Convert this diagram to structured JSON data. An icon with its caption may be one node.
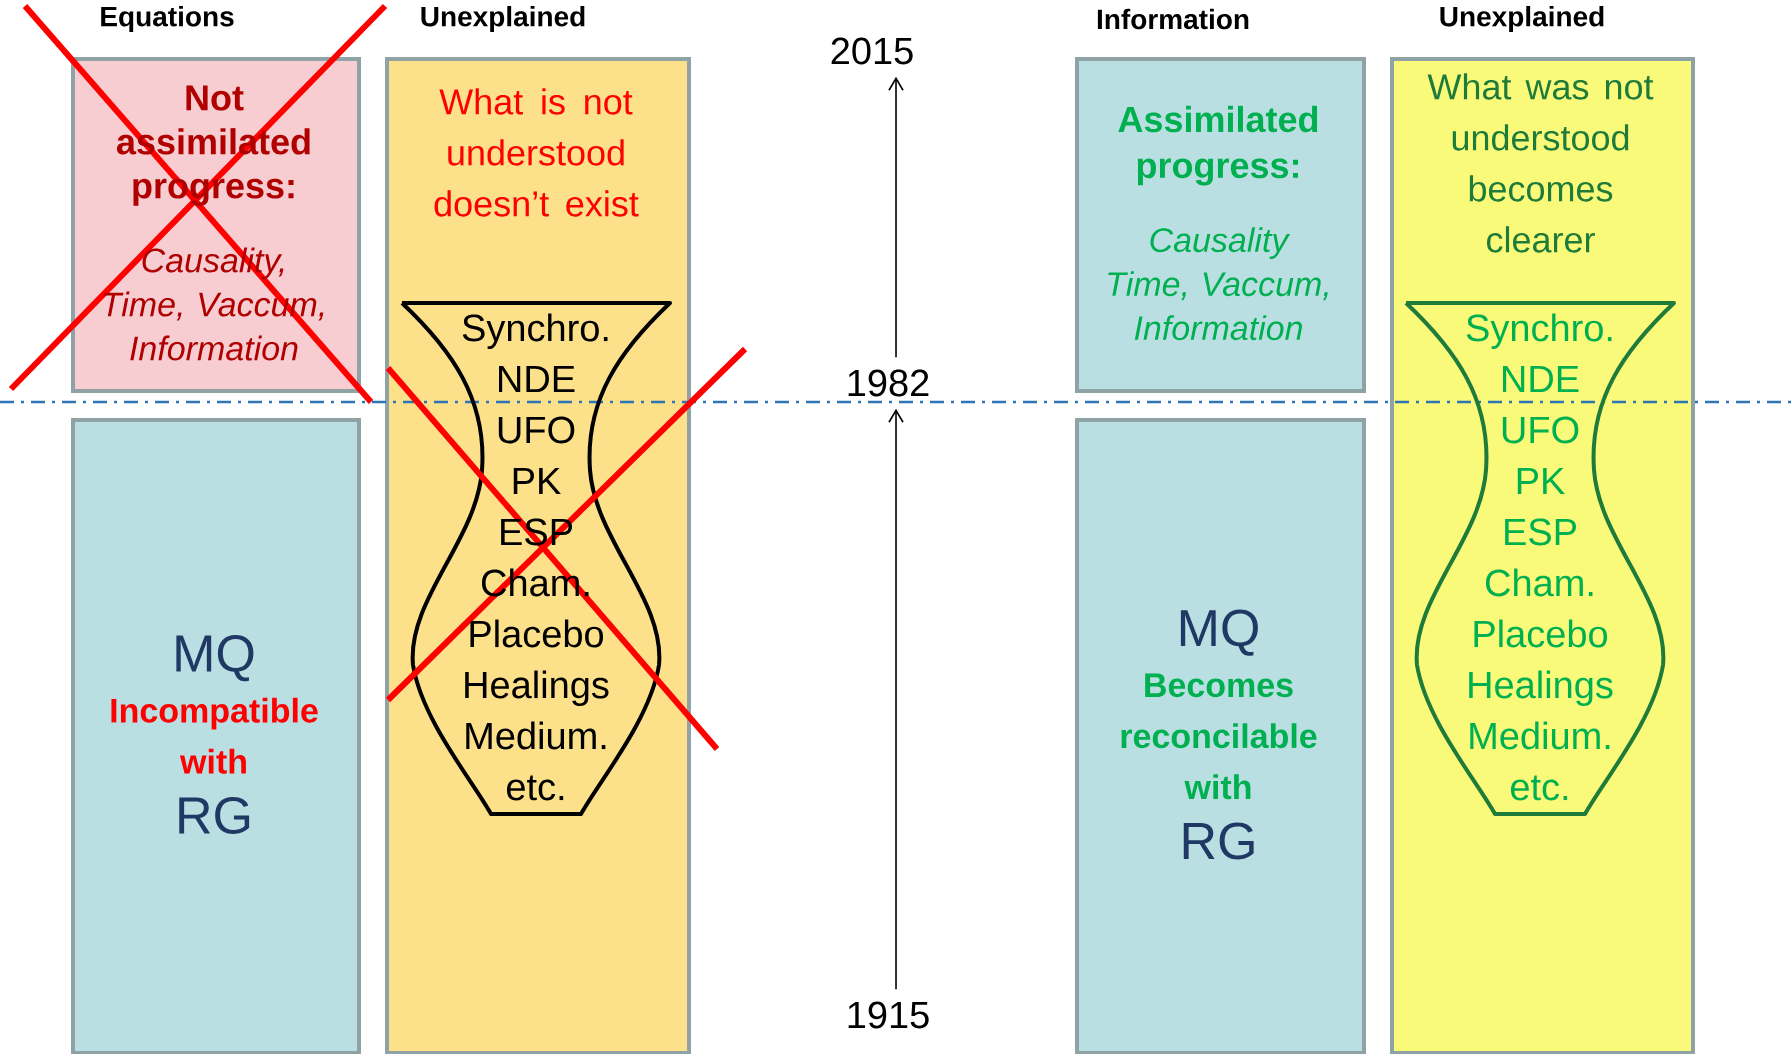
{
  "diagram": {
    "nodes": [
      {
        "text": [
          "Not assimilated progress:",
          "Causality, Time, Vaccum, Information"
        ]
      },
      {
        "text": [
          "MQ",
          "Incompatible with",
          "RG"
        ]
      },
      {
        "text": [
          "What is not understood doesn’t exist"
        ]
      },
      {
        "text": [
          "Synchro.",
          "NDE",
          "UFO",
          "PK",
          "ESP",
          "Cham.",
          "Placebo",
          "Healings",
          "Medium.",
          "etc."
        ],
        "in": 2
      },
      {
        "text": [
          "Assimilated progress:",
          "Causality Time, Vaccum, Information"
        ]
      },
      {
        "text": [
          "MQ",
          "Becomes reconcilable with",
          "RG"
        ]
      },
      {
        "text": [
          "What was not understood becomes clearer"
        ]
      },
      {
        "text": [
          "Synchro.",
          "NDE",
          "UFO",
          "PK",
          "ESP",
          "Cham.",
          "Placebo",
          "Healings",
          "Medium.",
          "etc."
        ],
        "in": 6
      },
      {
        "text": [
          "2015"
        ]
      },
      {
        "text": [
          "1982"
        ]
      },
      {
        "text": [
          "1915"
        ]
      }
    ],
    "edges": [
      {
        "from": 10,
        "to": 9,
        "arrow": "to"
      },
      {
        "from": 9,
        "to": 8,
        "arrow": "to"
      }
    ],
    "labels": [
      "Equations",
      "Unexplained",
      "Information",
      "Unexplained"
    ]
  }
}
